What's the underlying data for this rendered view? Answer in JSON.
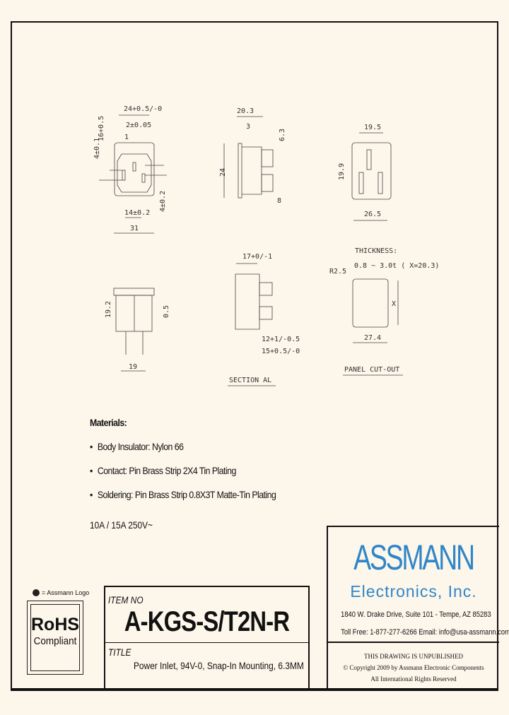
{
  "drawing": {
    "front_view": {
      "dims": [
        "24+0.5/-0",
        "2±0.05",
        "16+0.5",
        "4±0.1",
        "1",
        "4±0.2",
        "14±0.2",
        "31"
      ]
    },
    "side_view": {
      "dims": [
        "20.3",
        "3",
        "6.3",
        "24",
        "8"
      ]
    },
    "rear_view": {
      "dims": [
        "19.5",
        "19.9",
        "26.5"
      ]
    },
    "bottom_view": {
      "dims": [
        "19.2",
        "0.5",
        "19"
      ]
    },
    "section": {
      "label": "SECTION AL",
      "dims": [
        "17+0/-1",
        "12+1/-0.5",
        "15+0.5/-0"
      ]
    },
    "panel_cutout": {
      "label": "PANEL CUT-OUT",
      "thickness_label": "THICKNESS:",
      "thickness_value": "0.8 ~ 3.0t ( X=20.3)",
      "radius": "R2.5",
      "width": "27.4",
      "height_var": "X"
    }
  },
  "materials": {
    "heading": "Materials:",
    "items": [
      "Body Insulator: Nylon 66",
      "Contact: Pin Brass Strip 2X4 Tin Plating",
      "Soldering: Pin Brass Strip 0.8X3T Matte-Tin Plating"
    ]
  },
  "rating": "10A / 15A 250V~",
  "logo_note": "= Assmann Logo",
  "rohs": {
    "title": "RoHS",
    "subtitle": "Compliant"
  },
  "title_block": {
    "item_no_label": "ITEM NO",
    "item_no": "A-KGS-S/T2N-R",
    "title_label": "TITLE",
    "title": "Power Inlet, 94V-0, Snap-In Mounting, 6.3MM"
  },
  "company": {
    "name": "ASSMANN",
    "subname": "Electronics, Inc.",
    "address": "1840 W. Drake Drive, Suite 101 - Tempe, AZ 85283",
    "contact": "Toll Free: 1-877-277-6266   Email: info@usa-assmann.com",
    "brand_color": "#2f86c8",
    "legal": [
      "THIS DRAWING IS UNPUBLISHED",
      "© Copyright 2009 by Assmann Electronic Components",
      "All International Rights Reserved"
    ]
  },
  "colors": {
    "background": "#fdf6ea"
  }
}
